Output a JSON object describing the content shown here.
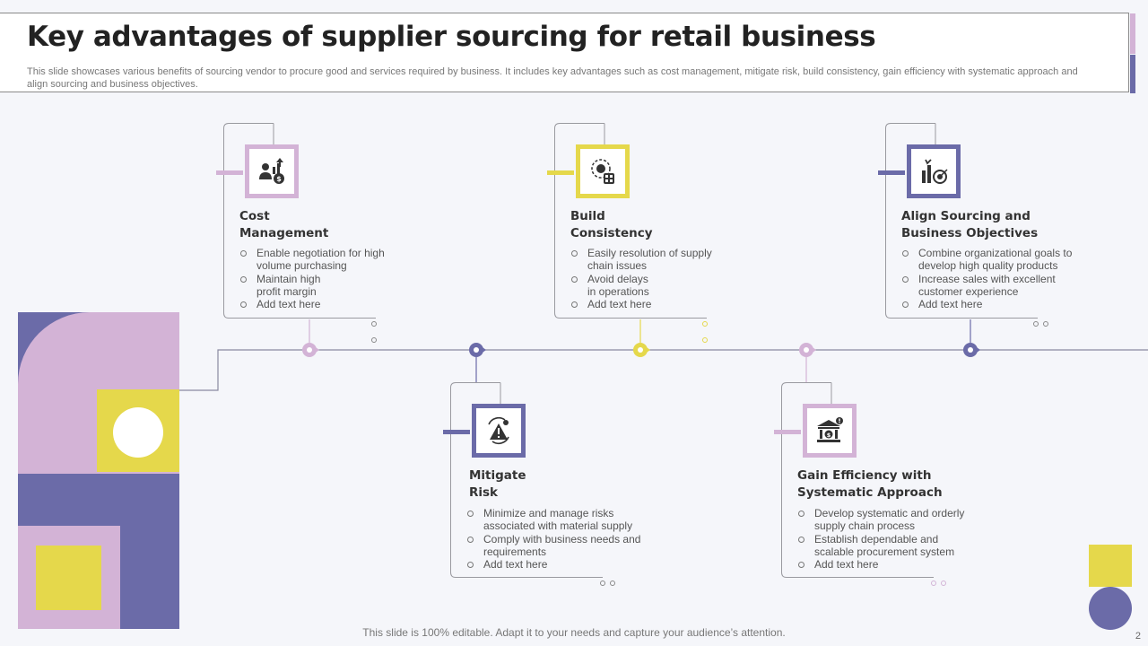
{
  "slide": {
    "title": "Key advantages of supplier sourcing for retail business",
    "subtitle": "This slide showcases various benefits of sourcing vendor to procure good and services required by business. It includes key advantages such as cost management, mitigate risk, build consistency, gain efficiency with systematic approach and align sourcing and business objectives.",
    "footer": "This slide is 100% editable. Adapt it to your needs and capture your audience’s attention.",
    "page_number": "2"
  },
  "colors": {
    "lavender": "#d3b3d6",
    "indigo": "#6b6ba8",
    "yellow": "#e5d84b",
    "line": "#8a8aa0",
    "background": "#f5f6fa"
  },
  "cards": [
    {
      "id": "cost-management",
      "title": "Cost\nManagement",
      "icon": "money-growth-icon",
      "accent": "#d3b3d6",
      "bullets": [
        "Enable negotiation for high\nvolume purchasing",
        "Maintain high\nprofit margin",
        "Add text here"
      ]
    },
    {
      "id": "mitigate-risk",
      "title": "Mitigate\nRisk",
      "icon": "risk-warning-icon",
      "accent": "#6b6ba8",
      "bullets": [
        "Minimize and manage risks\nassociated with material supply",
        "Comply with business needs and\nrequirements",
        "Add text here"
      ]
    },
    {
      "id": "build-consistency",
      "title": "Build\nConsistency",
      "icon": "supply-chain-icon",
      "accent": "#e5d84b",
      "bullets": [
        "Easily resolution of supply\nchain issues",
        "Avoid delays\nin operations",
        "Add text here"
      ]
    },
    {
      "id": "gain-efficiency",
      "title": "Gain Efficiency with\nSystematic Approach",
      "icon": "bank-building-icon",
      "accent": "#d3b3d6",
      "bullets": [
        "Develop systematic and orderly\nsupply chain process",
        "Establish dependable and\nscalable procurement system",
        "Add text here"
      ]
    },
    {
      "id": "align-sourcing",
      "title": "Align Sourcing and\nBusiness Objectives",
      "icon": "target-chart-icon",
      "accent": "#6b6ba8",
      "bullets": [
        "Combine organizational goals to\ndevelop high quality products",
        "Increase sales with excellent\ncustomer experience",
        "Add text here"
      ]
    }
  ]
}
